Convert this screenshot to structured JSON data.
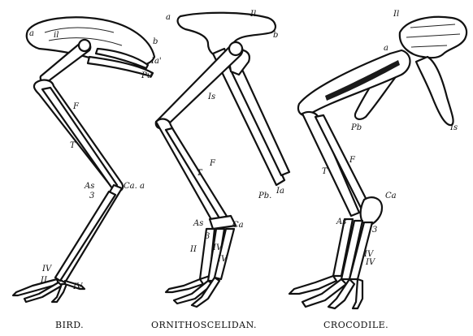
{
  "captions": {
    "bird": "BIRD.",
    "ornithoscelidan": "ORNITHOSCELIDAN.",
    "crocodile": "CROCODILE."
  },
  "bird_labels": {
    "a": "a",
    "il": "il",
    "b": "b",
    "ia": "Ia'",
    "pu": "Pu",
    "f": "F",
    "t": "T",
    "as": "As",
    "ca": "Ca.",
    "ca_mark": "a",
    "three": "3",
    "iv": "IV",
    "ii": "II",
    "iv2": "IV"
  },
  "orn_labels": {
    "a": "a",
    "il": "Il",
    "b": "b",
    "is": "Is",
    "f": "F",
    "t": "T",
    "pb": "Pb.",
    "ia": "Ia",
    "as": "As",
    "ca": "Ca",
    "three": "3",
    "ii": "II",
    "iv": "IV",
    "iv2": "IV"
  },
  "croc_labels": {
    "il": "Il",
    "a": "a",
    "pb": "Pb",
    "is": "Is",
    "f": "F",
    "t": "T",
    "ca": "Ca",
    "as": "As",
    "three": "3",
    "iv": "IV",
    "iv2": "IV"
  }
}
